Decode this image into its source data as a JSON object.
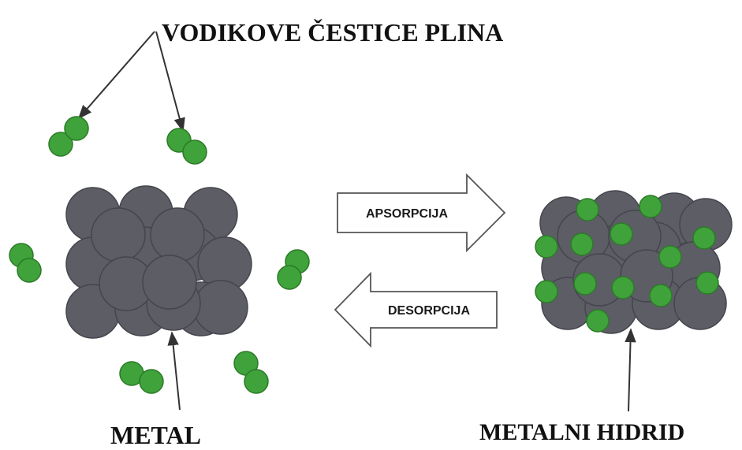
{
  "labels": {
    "hydrogen_particles": "VODIKOVE ČESTICE PLINA",
    "metal": "METAL",
    "metal_hydride": "METALNI HIDRID",
    "absorption": "APSORPCIJA",
    "desorption": "DESORPCIJA"
  },
  "colors": {
    "metal_atom": "#5d5d66",
    "metal_atom_stroke": "#45454d",
    "hydrogen_atom": "#3fa23a",
    "hydrogen_atom_stroke": "#2c7a28",
    "arrow_line": "#333333",
    "process_arrow_stroke": "#555555"
  },
  "icons": {
    "metal_cluster": "metal-lattice-icon",
    "hydride_cluster": "hydride-lattice-icon",
    "h2_molecule": "h2-molecule-icon",
    "absorption_arrow": "right-arrow-icon",
    "desorption_arrow": "left-arrow-icon"
  }
}
